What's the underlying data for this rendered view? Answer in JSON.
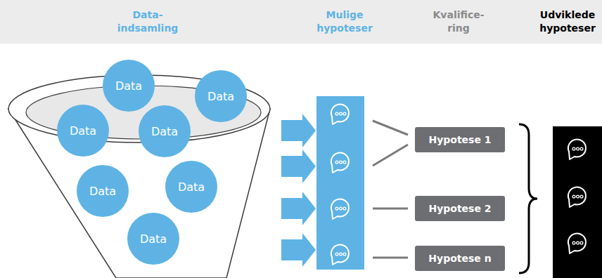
{
  "diagram": {
    "nodes": [
      {
        "text": [
          "Data"
        ]
      },
      {
        "text": [
          "Data"
        ]
      },
      {
        "text": [
          "Data"
        ]
      },
      {
        "text": [
          "Data"
        ]
      },
      {
        "text": [
          "Data"
        ]
      },
      {
        "text": [
          "Data"
        ]
      },
      {
        "text": [
          "Data"
        ]
      },
      {
        "text": [
          "Hypotese 1"
        ]
      },
      {
        "text": [
          "Hypotese 2"
        ]
      },
      {
        "text": [
          "Hypotese n"
        ]
      }
    ],
    "labels": [
      "Data- indsamling",
      "Mulige hypoteser",
      "Kvalifice- ring",
      "Udviklede hypoteser"
    ]
  }
}
